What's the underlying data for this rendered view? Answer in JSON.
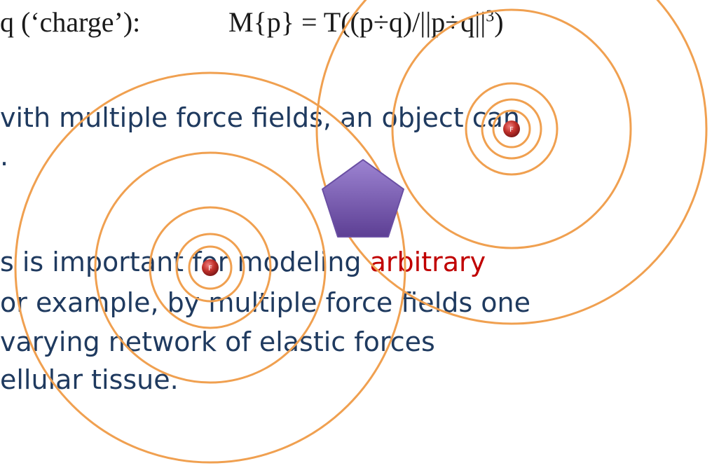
{
  "formula": {
    "left": "q (‘charge’):",
    "right": "M{p} = T((p÷q)/||p÷q||",
    "exponent": "3",
    "close": ")"
  },
  "bullet1": {
    "line1": "vith multiple force fields, an object can",
    "line2": "."
  },
  "bullet2": {
    "line1_pre": "s is important for modeling ",
    "line1_accent": "arbitrary",
    "line2": "or example, by multiple force fields one",
    "line3": "varying network of elastic forces",
    "line4": "ellular tissue."
  },
  "charges": {
    "left_label": "F",
    "right_label": "F"
  },
  "colors": {
    "text": "#1f3a5f",
    "accent": "#c00000",
    "rings": "#f0a050",
    "charge": "#c0302a",
    "pentagon": "#7b5cb0"
  }
}
